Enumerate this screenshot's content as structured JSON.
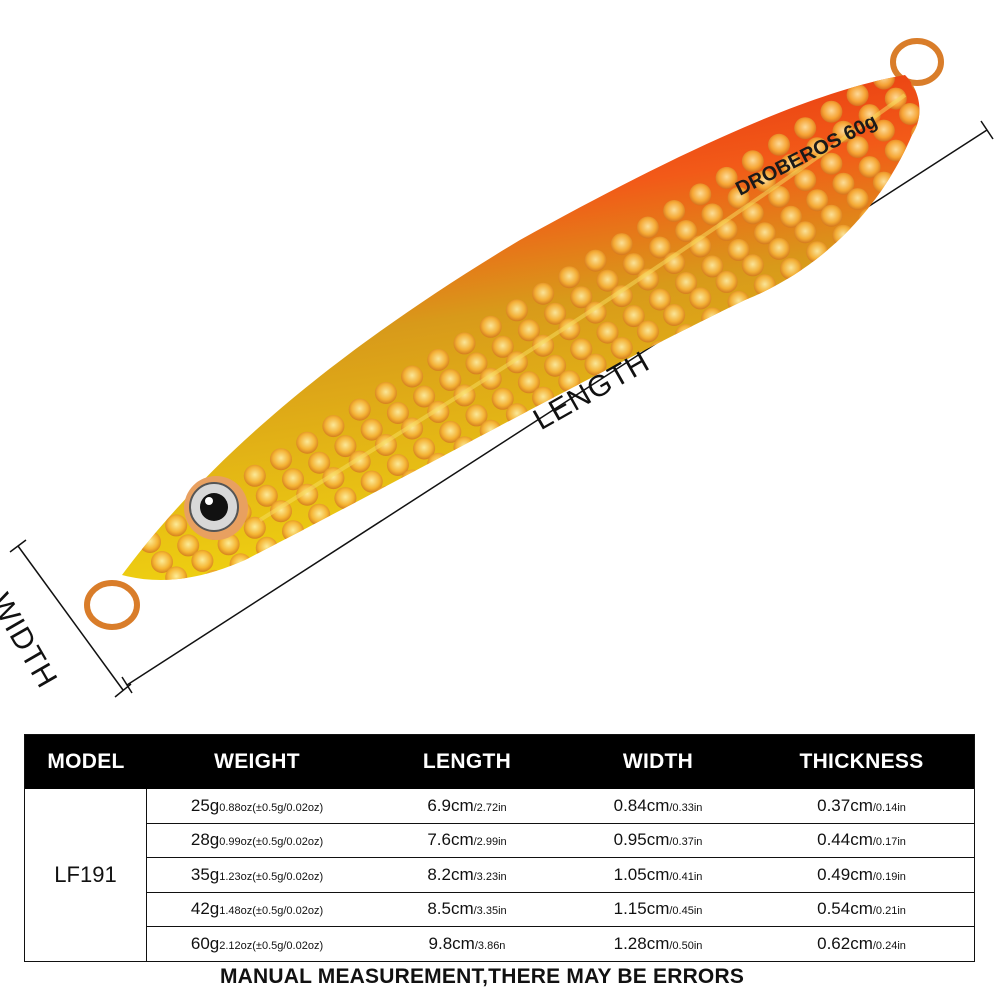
{
  "illustration": {
    "brand_text": "DROBEROS 60g",
    "length_label": "LENGTH",
    "width_label": "WIDTH"
  },
  "table": {
    "headers": [
      "MODEL",
      "WEIGHT",
      "LENGTH",
      "WIDTH",
      "THICKNESS"
    ],
    "model": "LF191",
    "rows": [
      {
        "weight": "25g",
        "weight_detail": "0.88oz(±0.5g/0.02oz)",
        "length": "6.9cm",
        "length_in": "/2.72in",
        "width": "0.84cm",
        "width_in": "/0.33in",
        "thickness": "0.37cm",
        "thickness_in": "/0.14in"
      },
      {
        "weight": "28g",
        "weight_detail": "0.99oz(±0.5g/0.02oz)",
        "length": "7.6cm",
        "length_in": "/2.99in",
        "width": "0.95cm",
        "width_in": "/0.37in",
        "thickness": "0.44cm",
        "thickness_in": "/0.17in"
      },
      {
        "weight": "35g",
        "weight_detail": "1.23oz(±0.5g/0.02oz)",
        "length": "8.2cm",
        "length_in": "/3.23in",
        "width": "1.05cm",
        "width_in": "/0.41in",
        "thickness": "0.49cm",
        "thickness_in": "/0.19in"
      },
      {
        "weight": "42g",
        "weight_detail": "1.48oz(±0.5g/0.02oz)",
        "length": "8.5cm",
        "length_in": "/3.35in",
        "width": "1.15cm",
        "width_in": "/0.45in",
        "thickness": "0.54cm",
        "thickness_in": "/0.21in"
      },
      {
        "weight": "60g",
        "weight_detail": "2.12oz(±0.5g/0.02oz)",
        "length": "9.8cm",
        "length_in": "/3.86n",
        "width": "1.28cm",
        "width_in": "/0.50in",
        "thickness": "0.62cm",
        "thickness_in": "/0.24in"
      }
    ]
  },
  "footer_note": "MANUAL MEASUREMENT,THERE MAY BE ERRORS",
  "colors": {
    "lure_red": "#e8340e",
    "lure_gold": "#e8c410",
    "ring": "#d97d2a",
    "header_bg": "#000000"
  }
}
